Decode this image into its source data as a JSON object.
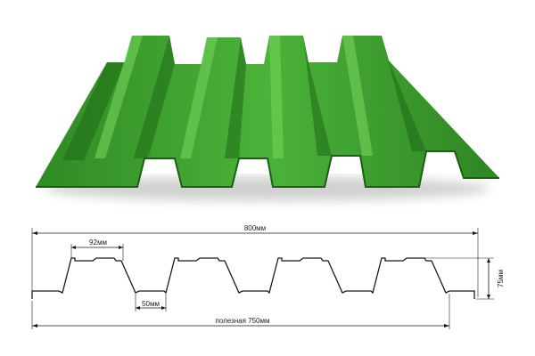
{
  "product": {
    "color": "#3a9a2e",
    "color_dark": "#1f6a16",
    "color_light": "#6fcf55"
  },
  "drawing": {
    "total_width_label": "800мм",
    "rib_top_label": "92мм",
    "rib_bottom_label": "50мм",
    "height_label": "75мм",
    "useful_width_label": "полезная 750мм",
    "line_color": "#1a1a1a"
  }
}
